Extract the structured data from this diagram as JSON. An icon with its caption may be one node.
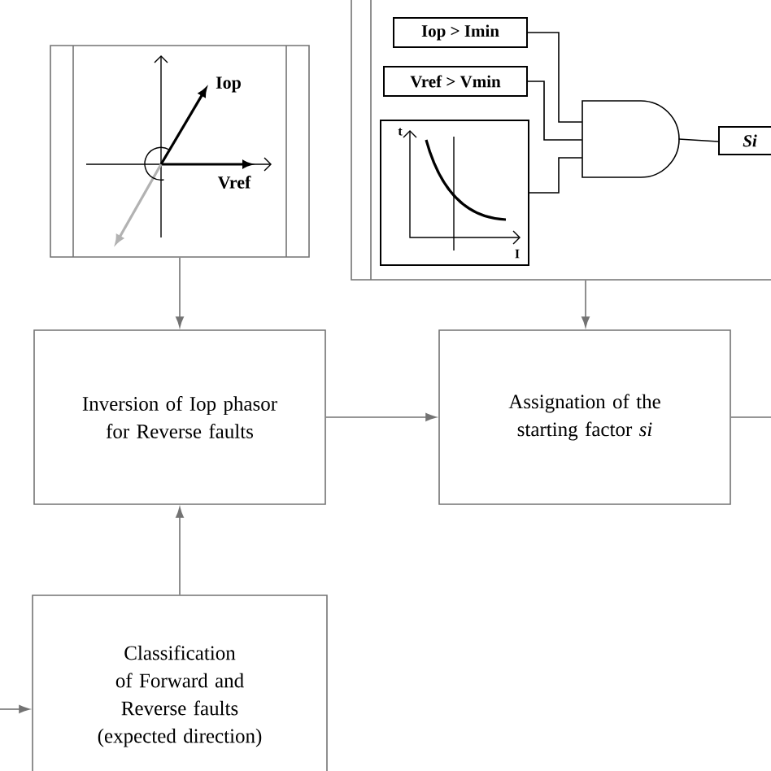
{
  "diagram": {
    "nodes": [
      {
        "text": [
          "Iop",
          "Vref"
        ]
      },
      {
        "text": [],
        "shape": "box"
      },
      {
        "text": [
          "Iop > Imin"
        ],
        "in": 1
      },
      {
        "text": [
          "Vref > Vmin"
        ],
        "in": 1
      },
      {
        "text": [
          "t",
          "I"
        ],
        "in": 1
      },
      {
        "text": [],
        "shape": "gate",
        "in": 1
      },
      {
        "text": [
          "Si"
        ],
        "in": 1
      },
      {
        "text": [
          "Inversion of Iop phasor for Reverse faults"
        ]
      },
      {
        "text": [
          "Assignation of the starting factor *si*"
        ]
      },
      {
        "text": [
          "Classification of Forward and Reverse faults (expected direction)"
        ]
      }
    ],
    "edges": [
      {
        "from": 0,
        "to": 7,
        "arrow": "to"
      },
      {
        "from": 1,
        "to": 8,
        "arrow": "to"
      },
      {
        "from": 7,
        "to": 8,
        "arrow": "to"
      },
      {
        "from": 9,
        "to": 7,
        "arrow": "to"
      },
      {
        "from": null,
        "to": 9,
        "arrow": "to"
      },
      {
        "from": 8,
        "to": null,
        "arrow": "none"
      },
      {
        "from": 2,
        "to": 5,
        "arrow": "none",
        "color": "#000000"
      },
      {
        "from": 3,
        "to": 5,
        "arrow": "none",
        "color": "#000000"
      },
      {
        "from": 4,
        "to": 5,
        "arrow": "none",
        "color": "#000000"
      },
      {
        "from": 5,
        "to": 6,
        "arrow": "none",
        "color": "#000000"
      }
    ]
  }
}
